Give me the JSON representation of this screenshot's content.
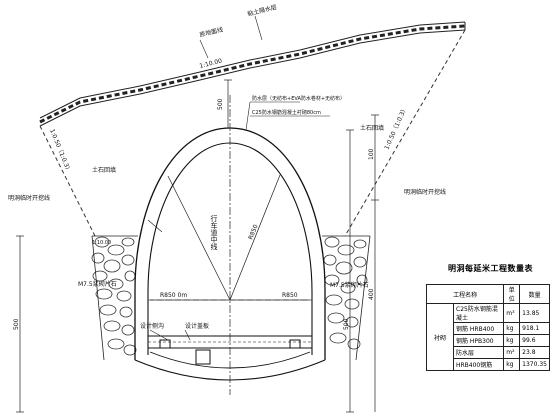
{
  "labels": {
    "original_ground": "原地面线",
    "backfill_top": "粘土隔水层",
    "slope_top": "1:10.00",
    "waterproof_note": "防水层（无纺布+EVA防水卷材+无纺布）",
    "concrete_note": "C25防水钢筋混凝土衬砌80cm",
    "soil_cover_left": "土石回填",
    "soil_cover_right": "土石回填",
    "slope_left": "1:0.50（1:0.3）",
    "slope_right": "1:0.50（1:0.3）",
    "excavation_left": "明洞临时开挖线",
    "excavation_right": "明洞临时开挖线",
    "mortar_left": "M7.5浆砌片石",
    "mortar_right": "M7.5浆砌片石",
    "vertical_axis": "行车道中线",
    "radius": "R850",
    "half_width_left": "R850  0m",
    "half_width_right": "R850",
    "drain_left": "设计侧沟",
    "drain_right": "设计盖板",
    "slope_small": "1:10.00",
    "dim_top": "500",
    "dim_mid_left": "500",
    "dim_mid_right": "500",
    "dim_right_1": "100",
    "dim_right_2": "400"
  },
  "table": {
    "title": "明洞每延米工程数量表",
    "headers": [
      "工程名称",
      "单位",
      "数量"
    ],
    "group": "衬砌",
    "rows": [
      [
        "C25防水钢筋混凝土",
        "m³",
        "13.85"
      ],
      [
        "钢筋 HRB400",
        "kg",
        "918.1"
      ],
      [
        "钢筋 HPB300",
        "kg",
        "99.6"
      ],
      [
        "防水层",
        "m²",
        "23.8"
      ],
      [
        "HRB400钢筋",
        "kg",
        "1370.35"
      ]
    ]
  }
}
